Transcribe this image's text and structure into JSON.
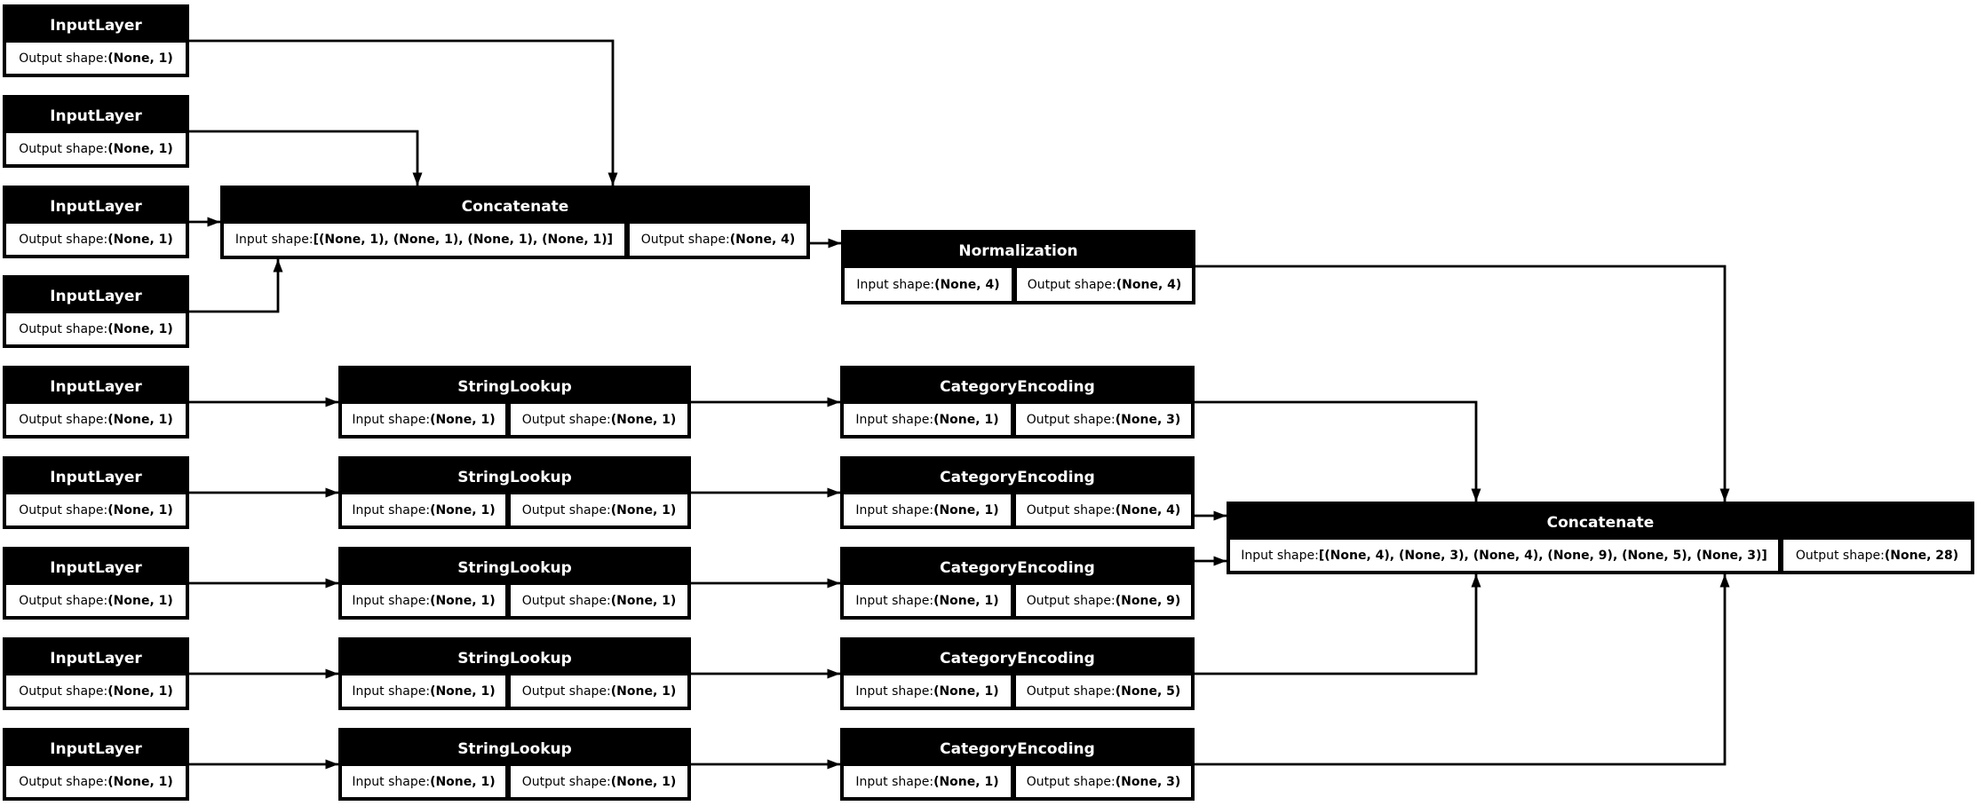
{
  "diagram": {
    "kind": "keras-model-graph",
    "colors": {
      "background": "#ffffff",
      "node_fill": "#000000",
      "node_header_text": "#ffffff",
      "cell_fill": "#ffffff",
      "cell_text": "#000000",
      "edge": "#000000"
    },
    "labels": {
      "input_shape_prefix": "Input shape: ",
      "output_shape_prefix": "Output shape: "
    },
    "nodes": [
      {
        "id": "input_1",
        "type": "InputLayer",
        "cells": [
          {
            "label": "Output shape: ",
            "value": "(None, 1)"
          }
        ]
      },
      {
        "id": "input_2",
        "type": "InputLayer",
        "cells": [
          {
            "label": "Output shape: ",
            "value": "(None, 1)"
          }
        ]
      },
      {
        "id": "input_3",
        "type": "InputLayer",
        "cells": [
          {
            "label": "Output shape: ",
            "value": "(None, 1)"
          }
        ]
      },
      {
        "id": "input_4",
        "type": "InputLayer",
        "cells": [
          {
            "label": "Output shape: ",
            "value": "(None, 1)"
          }
        ]
      },
      {
        "id": "concat_1",
        "type": "Concatenate",
        "cells": [
          {
            "label": "Input shape: ",
            "value": "[(None, 1), (None, 1), (None, 1), (None, 1)]"
          },
          {
            "label": "Output shape: ",
            "value": "(None, 4)"
          }
        ]
      },
      {
        "id": "normalization",
        "type": "Normalization",
        "cells": [
          {
            "label": "Input shape: ",
            "value": "(None, 4)"
          },
          {
            "label": "Output shape: ",
            "value": "(None, 4)"
          }
        ]
      },
      {
        "id": "input_5",
        "type": "InputLayer",
        "cells": [
          {
            "label": "Output shape: ",
            "value": "(None, 1)"
          }
        ]
      },
      {
        "id": "string_lookup_5",
        "type": "StringLookup",
        "cells": [
          {
            "label": "Input shape: ",
            "value": "(None, 1)"
          },
          {
            "label": "Output shape: ",
            "value": "(None, 1)"
          }
        ]
      },
      {
        "id": "category_encoding_5",
        "type": "CategoryEncoding",
        "cells": [
          {
            "label": "Input shape: ",
            "value": "(None, 1)"
          },
          {
            "label": "Output shape: ",
            "value": "(None, 3)"
          }
        ]
      },
      {
        "id": "input_6",
        "type": "InputLayer",
        "cells": [
          {
            "label": "Output shape: ",
            "value": "(None, 1)"
          }
        ]
      },
      {
        "id": "string_lookup_6",
        "type": "StringLookup",
        "cells": [
          {
            "label": "Input shape: ",
            "value": "(None, 1)"
          },
          {
            "label": "Output shape: ",
            "value": "(None, 1)"
          }
        ]
      },
      {
        "id": "category_encoding_6",
        "type": "CategoryEncoding",
        "cells": [
          {
            "label": "Input shape: ",
            "value": "(None, 1)"
          },
          {
            "label": "Output shape: ",
            "value": "(None, 4)"
          }
        ]
      },
      {
        "id": "input_7",
        "type": "InputLayer",
        "cells": [
          {
            "label": "Output shape: ",
            "value": "(None, 1)"
          }
        ]
      },
      {
        "id": "string_lookup_7",
        "type": "StringLookup",
        "cells": [
          {
            "label": "Input shape: ",
            "value": "(None, 1)"
          },
          {
            "label": "Output shape: ",
            "value": "(None, 1)"
          }
        ]
      },
      {
        "id": "category_encoding_7",
        "type": "CategoryEncoding",
        "cells": [
          {
            "label": "Input shape: ",
            "value": "(None, 1)"
          },
          {
            "label": "Output shape: ",
            "value": "(None, 9)"
          }
        ]
      },
      {
        "id": "input_8",
        "type": "InputLayer",
        "cells": [
          {
            "label": "Output shape: ",
            "value": "(None, 1)"
          }
        ]
      },
      {
        "id": "string_lookup_8",
        "type": "StringLookup",
        "cells": [
          {
            "label": "Input shape: ",
            "value": "(None, 1)"
          },
          {
            "label": "Output shape: ",
            "value": "(None, 1)"
          }
        ]
      },
      {
        "id": "category_encoding_8",
        "type": "CategoryEncoding",
        "cells": [
          {
            "label": "Input shape: ",
            "value": "(None, 1)"
          },
          {
            "label": "Output shape: ",
            "value": "(None, 5)"
          }
        ]
      },
      {
        "id": "input_9",
        "type": "InputLayer",
        "cells": [
          {
            "label": "Output shape: ",
            "value": "(None, 1)"
          }
        ]
      },
      {
        "id": "string_lookup_9",
        "type": "StringLookup",
        "cells": [
          {
            "label": "Input shape: ",
            "value": "(None, 1)"
          },
          {
            "label": "Output shape: ",
            "value": "(None, 1)"
          }
        ]
      },
      {
        "id": "category_encoding_9",
        "type": "CategoryEncoding",
        "cells": [
          {
            "label": "Input shape: ",
            "value": "(None, 1)"
          },
          {
            "label": "Output shape: ",
            "value": "(None, 3)"
          }
        ]
      },
      {
        "id": "concat_2",
        "type": "Concatenate",
        "cells": [
          {
            "label": "Input shape: ",
            "value": "[(None, 4), (None, 3), (None, 4), (None, 9), (None, 5), (None, 3)]"
          },
          {
            "label": "Output shape: ",
            "value": "(None, 28)"
          }
        ]
      }
    ],
    "edges": [
      {
        "from": "input_1",
        "to": "concat_1"
      },
      {
        "from": "input_2",
        "to": "concat_1"
      },
      {
        "from": "input_3",
        "to": "concat_1"
      },
      {
        "from": "input_4",
        "to": "concat_1"
      },
      {
        "from": "concat_1",
        "to": "normalization"
      },
      {
        "from": "normalization",
        "to": "concat_2"
      },
      {
        "from": "input_5",
        "to": "string_lookup_5"
      },
      {
        "from": "string_lookup_5",
        "to": "category_encoding_5"
      },
      {
        "from": "category_encoding_5",
        "to": "concat_2"
      },
      {
        "from": "input_6",
        "to": "string_lookup_6"
      },
      {
        "from": "string_lookup_6",
        "to": "category_encoding_6"
      },
      {
        "from": "category_encoding_6",
        "to": "concat_2"
      },
      {
        "from": "input_7",
        "to": "string_lookup_7"
      },
      {
        "from": "string_lookup_7",
        "to": "category_encoding_7"
      },
      {
        "from": "category_encoding_7",
        "to": "concat_2"
      },
      {
        "from": "input_8",
        "to": "string_lookup_8"
      },
      {
        "from": "string_lookup_8",
        "to": "category_encoding_8"
      },
      {
        "from": "category_encoding_8",
        "to": "concat_2"
      },
      {
        "from": "input_9",
        "to": "string_lookup_9"
      },
      {
        "from": "string_lookup_9",
        "to": "category_encoding_9"
      },
      {
        "from": "category_encoding_9",
        "to": "concat_2"
      }
    ]
  }
}
